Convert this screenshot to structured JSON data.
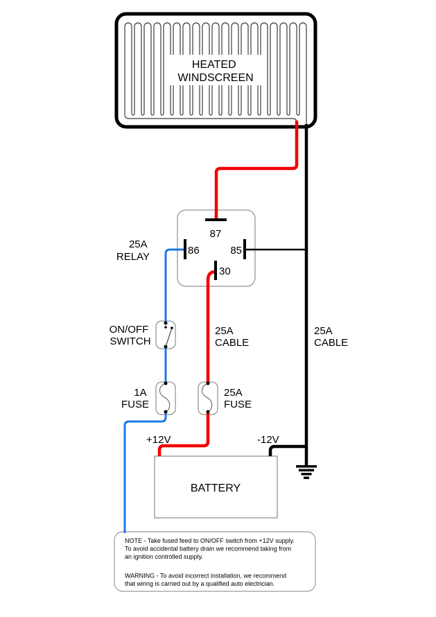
{
  "windscreen": {
    "label_line1": "HEATED",
    "label_line2": "WINDSCREEN"
  },
  "relay": {
    "label_line1": "25A",
    "label_line2": "RELAY",
    "terminals": {
      "t87": "87",
      "t86": "86",
      "t85": "85",
      "t30": "30"
    }
  },
  "switch": {
    "label_line1": "ON/OFF",
    "label_line2": "SWITCH"
  },
  "fuse_1a": {
    "label_line1": "1A",
    "label_line2": "FUSE"
  },
  "fuse_25a": {
    "label_line1": "25A",
    "label_line2": "FUSE"
  },
  "cable_red": {
    "label_line1": "25A",
    "label_line2": "CABLE"
  },
  "cable_black": {
    "label_line1": "25A",
    "label_line2": "CABLE"
  },
  "battery": {
    "label": "BATTERY",
    "positive": "+12V",
    "negative": "-12V"
  },
  "notes": {
    "note_lines": [
      "NOTE - Take fused feed to ON/OFF switch from +12V supply.",
      "To avoid accidental battery drain we recommend taking from",
      "an ignition controlled supply."
    ],
    "warning_lines": [
      "WARNING - To avoid incorrect installation, we recommend",
      "that wiring is carried out by a qualified auto electrician."
    ]
  },
  "colors": {
    "wire_red": "#f20000",
    "wire_blue": "#1b78e8",
    "wire_black": "#000000",
    "note_text": "#4a8fd3",
    "warning_text": "#e0453a"
  }
}
